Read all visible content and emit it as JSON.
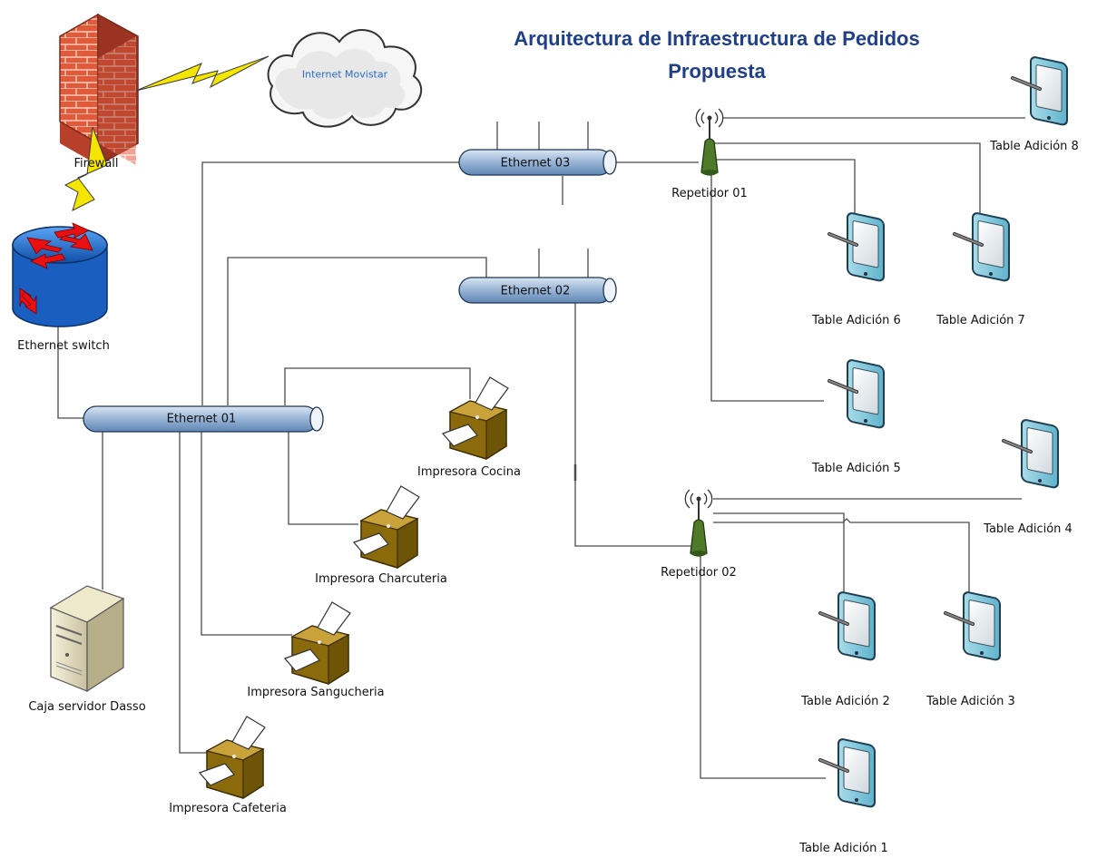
{
  "title": {
    "line1": "Arquitectura de Infraestructura de Pedidos",
    "line2": "Propuesta"
  },
  "colors": {
    "title": "#1f3f86",
    "bus_fill": "#9db8d8",
    "tablet_frame": "#7fc3d8",
    "printer": "#a7810e",
    "repeater": "#4f7a2a",
    "bolt": "#f4e600",
    "router": "#1f6fd1",
    "firewall": "#d6482e",
    "link": "#444444"
  },
  "nodes": {
    "firewall": "Firewall",
    "internet": "Internet Movistar",
    "switch": "Ethernet switch",
    "ethernet01": "Ethernet 01",
    "ethernet02": "Ethernet 02",
    "ethernet03": "Ethernet 03",
    "repeater01": "Repetidor 01",
    "repeater02": "Repetidor 02",
    "server": "Caja servidor Dasso",
    "printer_cocina": "Impresora Cocina",
    "printer_charcuteria": "Impresora Charcuteria",
    "printer_sangucheria": "Impresora Sangucheria",
    "printer_cafeteria": "Impresora Cafeteria",
    "tablet1": "Table Adición 1",
    "tablet2": "Table Adición 2",
    "tablet3": "Table Adición 3",
    "tablet4": "Table Adición 4",
    "tablet5": "Table Adición 5",
    "tablet6": "Table Adición 6",
    "tablet7": "Table Adición  7",
    "tablet8": "Table Adición 8"
  }
}
